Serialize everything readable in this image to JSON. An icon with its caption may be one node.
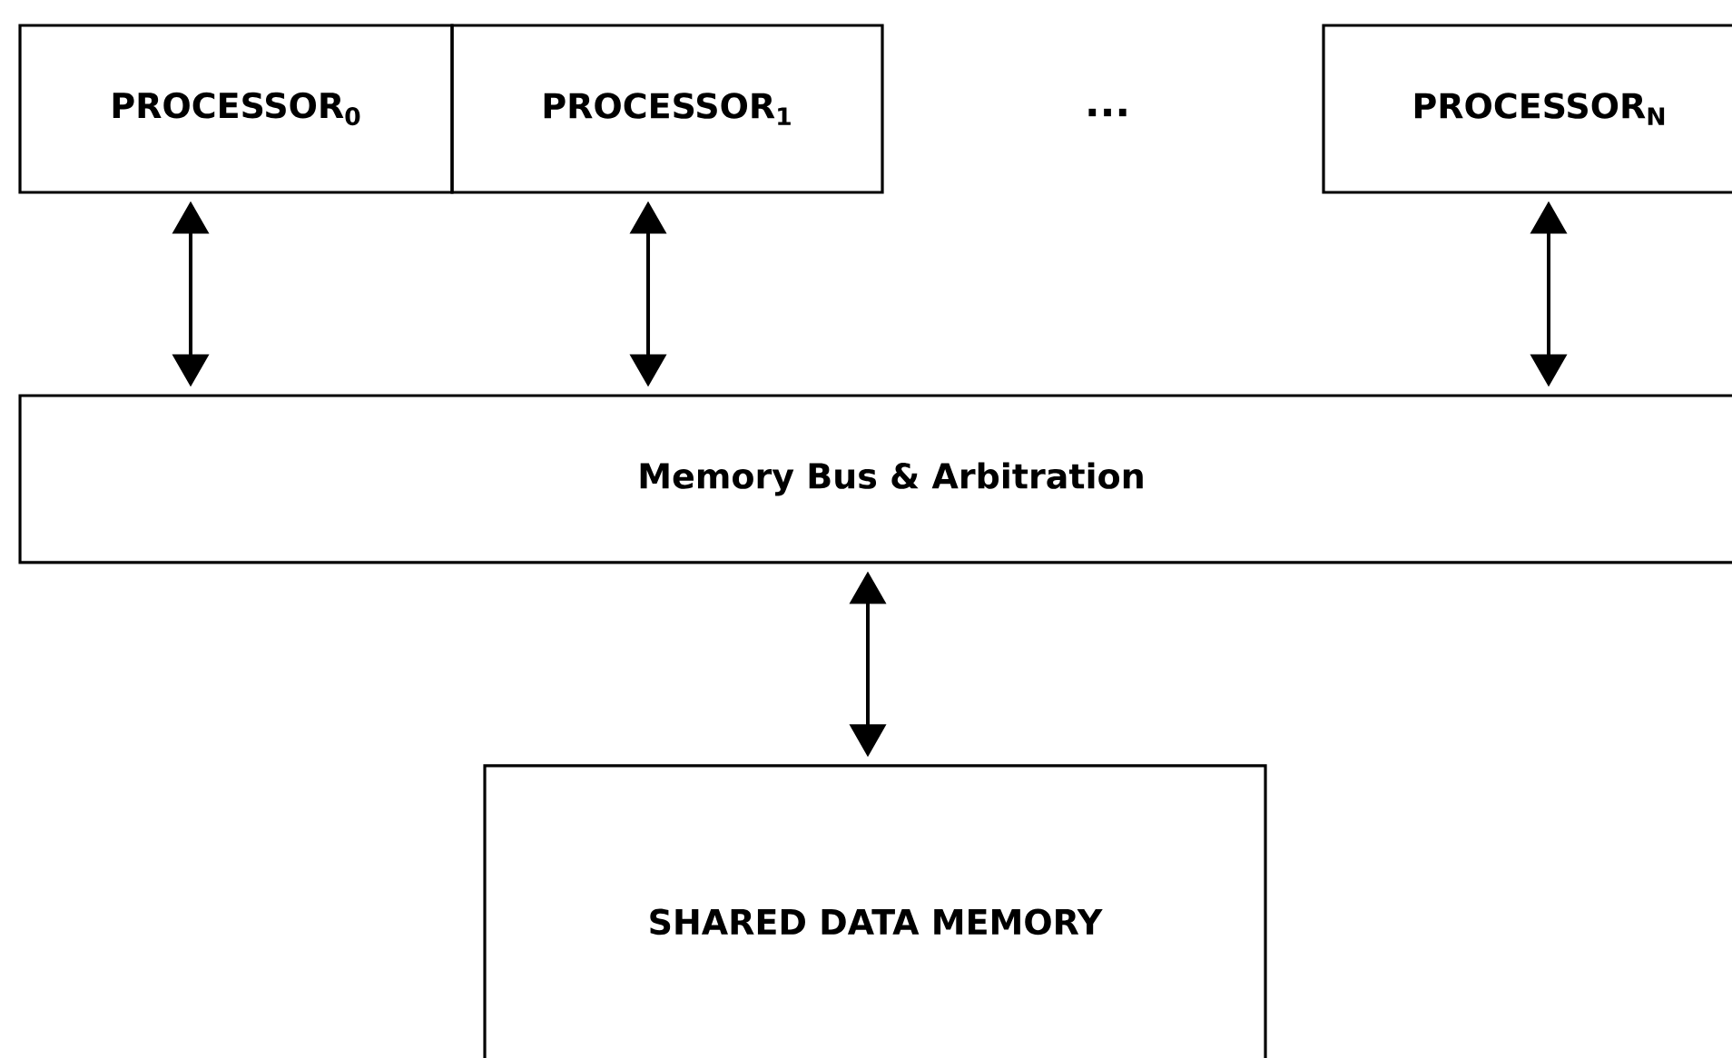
{
  "diagram": {
    "nodes": [
      {
        "text": [
          "PROCESSOR$_{0}$"
        ]
      },
      {
        "text": [
          "PROCESSOR$_{1}$"
        ]
      },
      {
        "text": [
          "PROCESSOR$_{N}$"
        ]
      },
      {
        "text": [
          "Memory Bus & Arbitration"
        ]
      },
      {
        "text": [
          "SHARED DATA MEMORY"
        ]
      }
    ],
    "edges": [
      {
        "from": 0,
        "to": 3,
        "arrow": "both"
      },
      {
        "from": 1,
        "to": 3,
        "arrow": "both"
      },
      {
        "from": 2,
        "to": 3,
        "arrow": "both"
      },
      {
        "from": 3,
        "to": 4,
        "arrow": "both"
      }
    ],
    "labels": [
      "..."
    ]
  }
}
